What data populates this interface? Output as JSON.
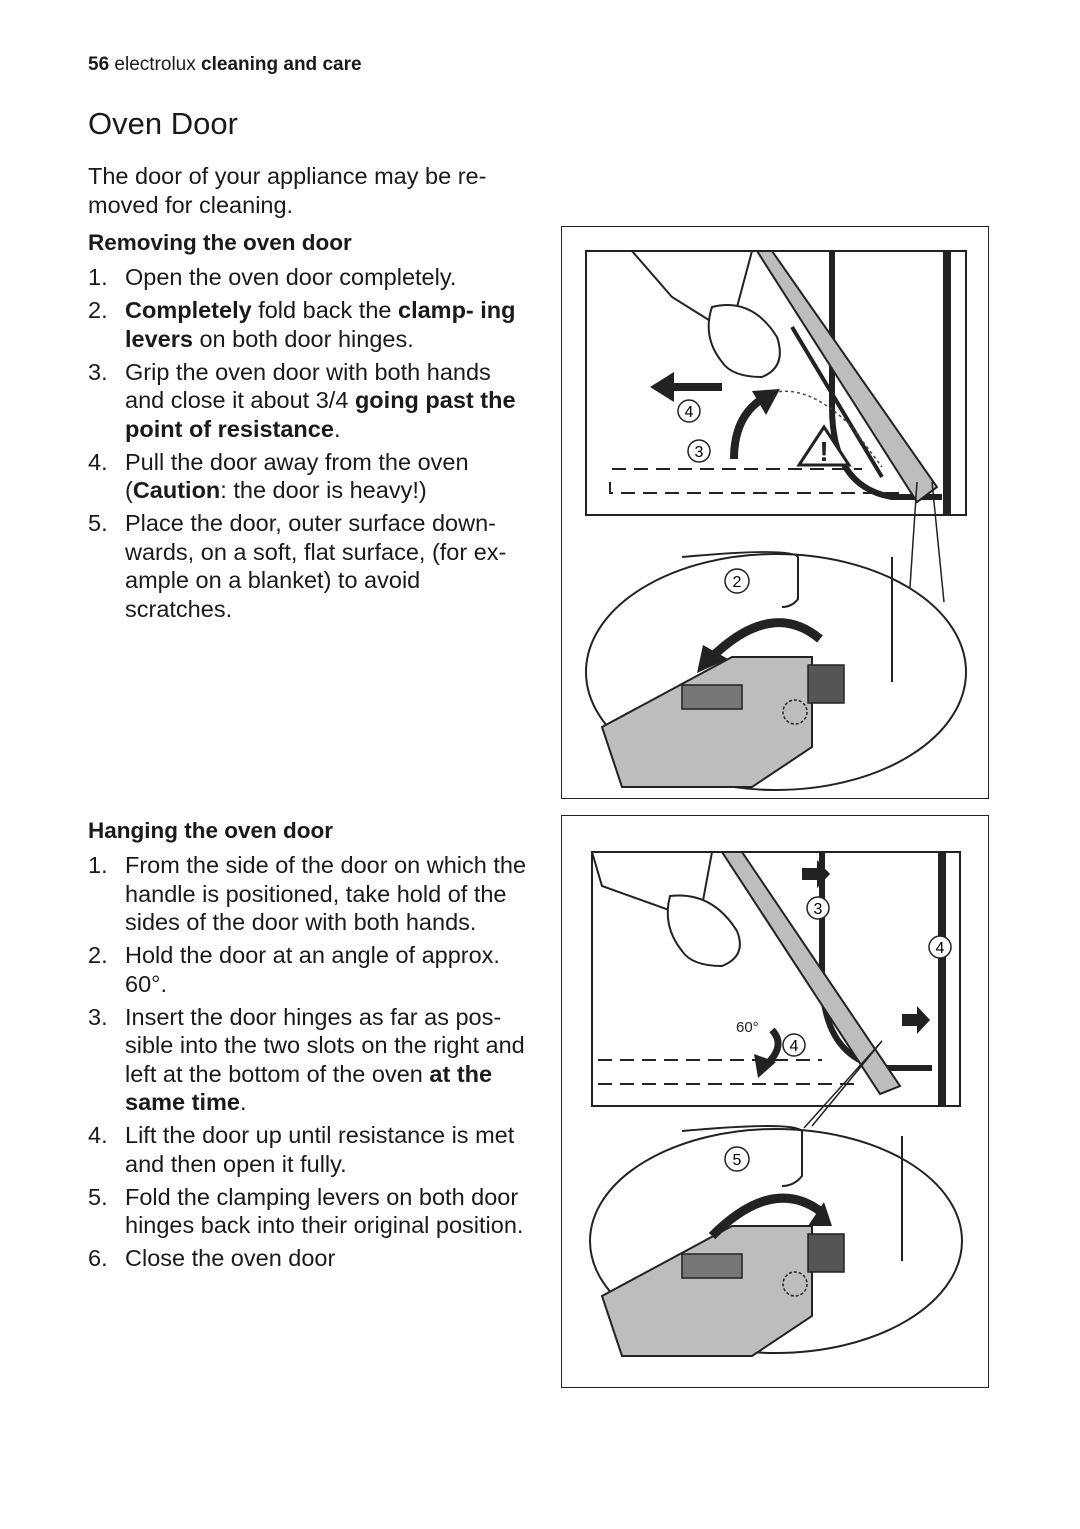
{
  "header": {
    "page_number": "56",
    "brand": "electrolux",
    "section": "cleaning and care"
  },
  "page_title": "Oven Door",
  "intro": "The door of your appliance may be re- moved for cleaning.",
  "removing": {
    "heading": "Removing the oven door",
    "steps": [
      {
        "n": "1.",
        "text": "Open the oven door completely."
      },
      {
        "n": "2.",
        "b1": "Completely",
        "t1": " fold back the ",
        "b2": "clamp- ing levers",
        "t2": " on both door hinges."
      },
      {
        "n": "3.",
        "t1": "Grip the oven door with both hands and close it about 3/4 ",
        "b1": "going past the point of resistance",
        "t2": "."
      },
      {
        "n": "4.",
        "t1": "Pull the door away from the oven (",
        "b1": "Caution",
        "t2": ": the door is heavy!)"
      },
      {
        "n": "5.",
        "text": "Place the door, outer surface down- wards, on a soft, flat surface, (for ex- ample on a blanket) to avoid scratches."
      }
    ]
  },
  "hanging": {
    "heading": "Hanging the oven door",
    "steps": [
      {
        "n": "1.",
        "text": "From the side of the door on which the handle is positioned, take hold of the sides of the door with both hands."
      },
      {
        "n": "2.",
        "text": "Hold the door at an angle of approx. 60°."
      },
      {
        "n": "3.",
        "t1": "Insert the door hinges as far as pos- sible into the two slots on the right and left at the bottom of the oven ",
        "b1": "at the same time",
        "t2": "."
      },
      {
        "n": "4.",
        "text": "Lift the door up until resistance is met and then open it fully."
      },
      {
        "n": "5.",
        "text": "Fold the clamping levers on both door hinges back into their original position."
      },
      {
        "n": "6.",
        "text": "Close the oven door"
      }
    ]
  },
  "figure1": {
    "labels": [
      "4",
      "3",
      "2"
    ],
    "warning_symbol": "!"
  },
  "figure2": {
    "labels": [
      "3",
      "4",
      "4",
      "5"
    ],
    "angle": "60°"
  }
}
